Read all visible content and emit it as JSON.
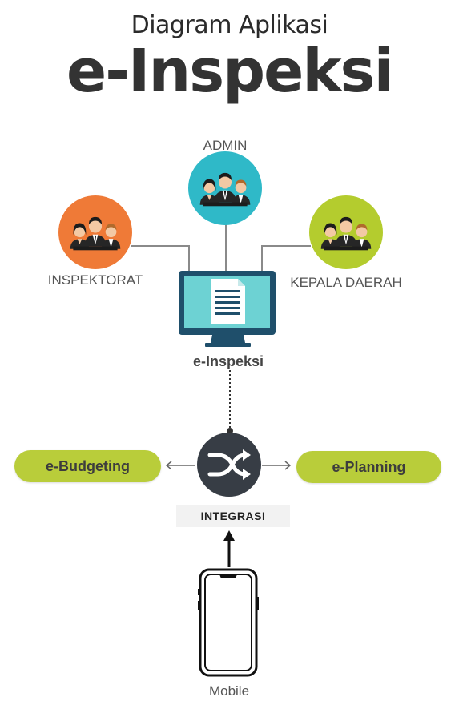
{
  "header": {
    "subtitle": "Diagram Aplikasi",
    "title": "e-Inspeksi"
  },
  "roles": {
    "admin": {
      "label": "ADMIN",
      "color": "#2fb9c8"
    },
    "inspektorat": {
      "label": "INSPEKTORAT",
      "color": "#ef7a37"
    },
    "kepala_daerah": {
      "label": "KEPALA DAERAH",
      "color": "#b4cc2e"
    }
  },
  "app": {
    "label": "e-Inspeksi",
    "screen_color": "#6dd2d3",
    "frame_color": "#1f4f6b"
  },
  "integration": {
    "label": "INTEGRASI"
  },
  "systems": {
    "budgeting": "e-Budgeting",
    "planning": "e-Planning",
    "pill_color": "#b9cd3a"
  },
  "device": {
    "label": "Mobile"
  },
  "icons": [
    "people-group-icon",
    "document-icon",
    "shuffle-icon",
    "smartphone-icon"
  ]
}
